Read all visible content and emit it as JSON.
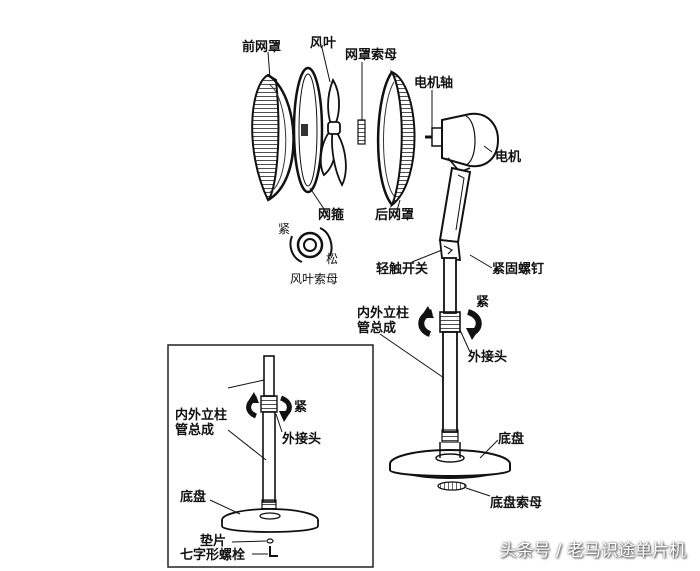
{
  "labels": {
    "front_guard": "前网罩",
    "blade": "风叶",
    "guard_nut": "网罩索母",
    "motor_shaft": "电机轴",
    "motor": "电机",
    "guard_ring": "网箍",
    "rear_guard": "后网罩",
    "tight": "紧",
    "loose": "松",
    "blade_nut": "风叶索母",
    "touch_switch": "轻触开关",
    "set_screw": "紧固螺钉",
    "pole_assembly_line1": "内外立柱",
    "pole_assembly_line2": "管总成",
    "pole_tight": "紧",
    "outer_joint": "外接头",
    "base": "底盘",
    "base_nut": "底盘索母"
  },
  "inset": {
    "pole_assembly_line1": "内外立柱",
    "pole_assembly_line2": "管总成",
    "tight": "紧",
    "outer_joint": "外接头",
    "base": "底盘",
    "washer": "垫片",
    "l_bolt": "七字形螺栓"
  },
  "watermark": "头条号 / 老马识途单片机"
}
